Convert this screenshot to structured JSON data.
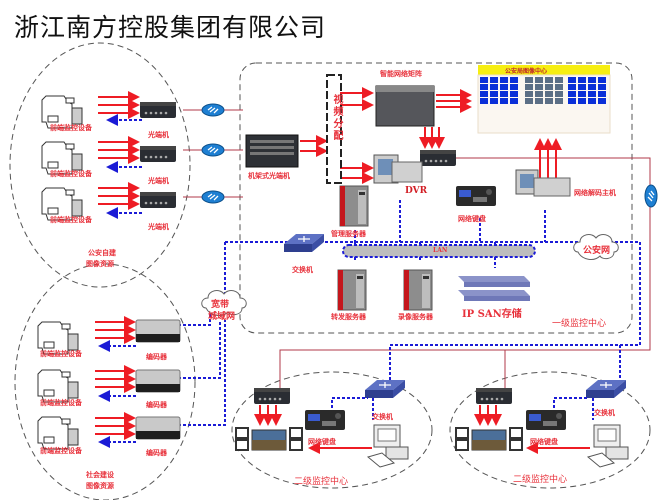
{
  "title": "浙江南方控股集团有限公司",
  "colors": {
    "signal": "#ee1c24",
    "network": "#1b1bd6",
    "fiber": "#b03a4a",
    "label": "#e8323c",
    "screen_blue": "#0a2fd8",
    "video_wall_header": "#f6ee12"
  },
  "regions": {
    "police_resources": {
      "label_line1": "公安自建",
      "label_line2": "图像资源"
    },
    "social_resources": {
      "label_line1": "社会建设",
      "label_line2": "图像资源"
    },
    "level1_center": {
      "label": "一级监控中心"
    },
    "level2_center_a": {
      "label": "二级监控中心"
    },
    "level2_center_b": {
      "label": "二级监控中心"
    }
  },
  "police_front": [
    {
      "camera": "前端监控设备",
      "device": "光端机"
    },
    {
      "camera": "前端监控设备",
      "device": "光端机"
    },
    {
      "camera": "前端监控设备",
      "device": "光端机"
    }
  ],
  "social_front": [
    {
      "camera": "前端监控设备",
      "device": "编码器"
    },
    {
      "camera": "前端监控设备",
      "device": "编码器"
    },
    {
      "camera": "前端监控设备",
      "device": "编码器"
    }
  ],
  "level1": {
    "rack_optical": "机架式光端机",
    "video_split": "视频分配",
    "matrix": "智能网络矩阵",
    "video_wall": "公安局图像中心",
    "dvr": "DVR",
    "mgmt_server": "管理服务器",
    "net_keyboard": "网络键盘",
    "decoder_host": "网络解码主机",
    "switch": "交换机",
    "lan": "LAN",
    "forward_server": "转发服务器",
    "record_server": "录像服务器",
    "ipsan": "IP SAN存储"
  },
  "networks": {
    "broadband": {
      "line1": "宽带",
      "line2": "城域网"
    },
    "police_net": "公安网"
  },
  "level2": [
    {
      "switch": "交换机",
      "keyboard": "网络键盘"
    },
    {
      "switch": "交换机",
      "keyboard": "网络键盘"
    }
  ]
}
